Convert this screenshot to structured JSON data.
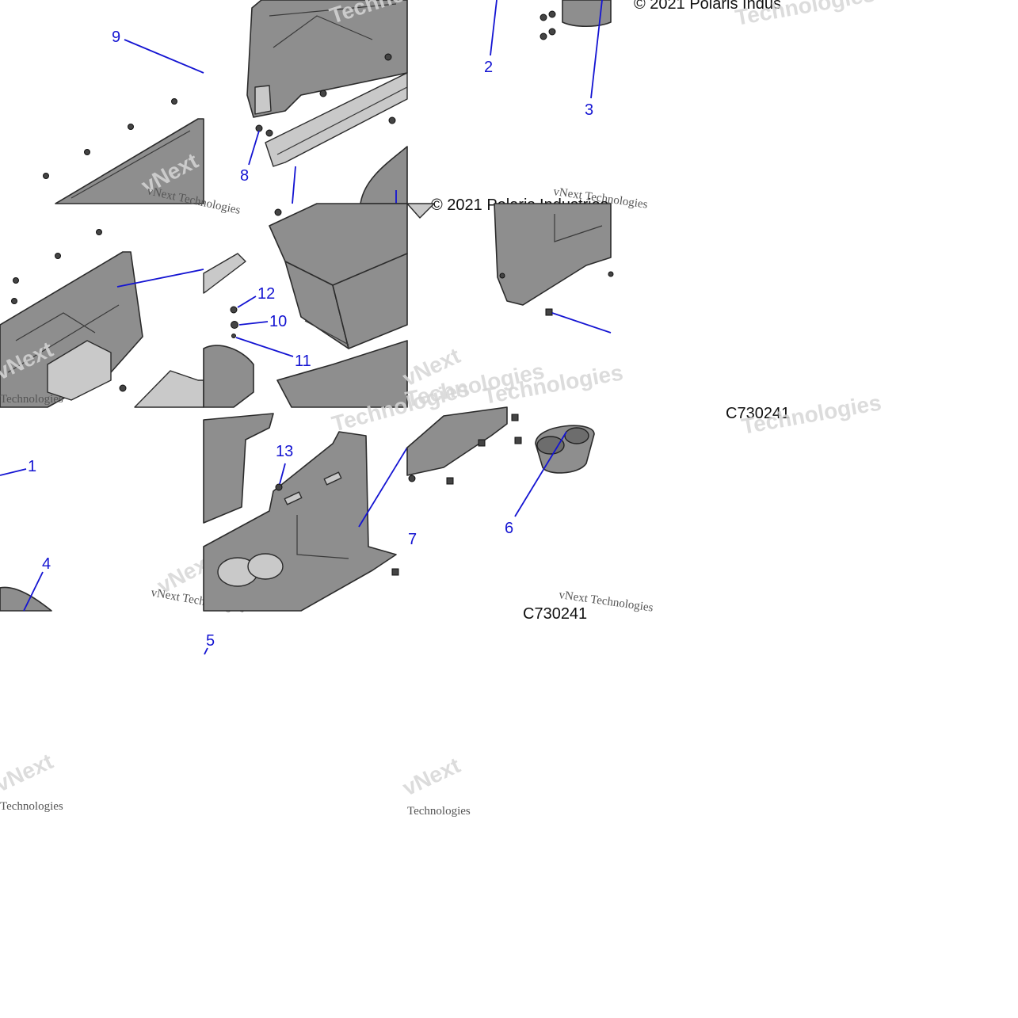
{
  "callouts": [
    {
      "id": "1",
      "label": "1"
    },
    {
      "id": "2",
      "label": "2"
    },
    {
      "id": "3",
      "label": "3"
    },
    {
      "id": "4",
      "label": "4"
    },
    {
      "id": "5",
      "label": "5"
    },
    {
      "id": "6",
      "label": "6"
    },
    {
      "id": "7",
      "label": "7"
    },
    {
      "id": "8",
      "label": "8"
    },
    {
      "id": "9",
      "label": "9"
    },
    {
      "id": "10",
      "label": "10"
    },
    {
      "id": "11",
      "label": "11"
    },
    {
      "id": "12",
      "label": "12"
    },
    {
      "id": "13",
      "label": "13"
    }
  ],
  "copyright": "© 2021 Polaris Industries",
  "copyright_fragment": "© 2021 Polaris Indus",
  "drawing_code": "C730241",
  "watermark": {
    "brand": "vNext",
    "company": "Technologies",
    "tagline": "vNext Technologies"
  },
  "colors": {
    "callout": "#1414d2",
    "part": "#8e8e8e",
    "background": "#ffffff"
  }
}
